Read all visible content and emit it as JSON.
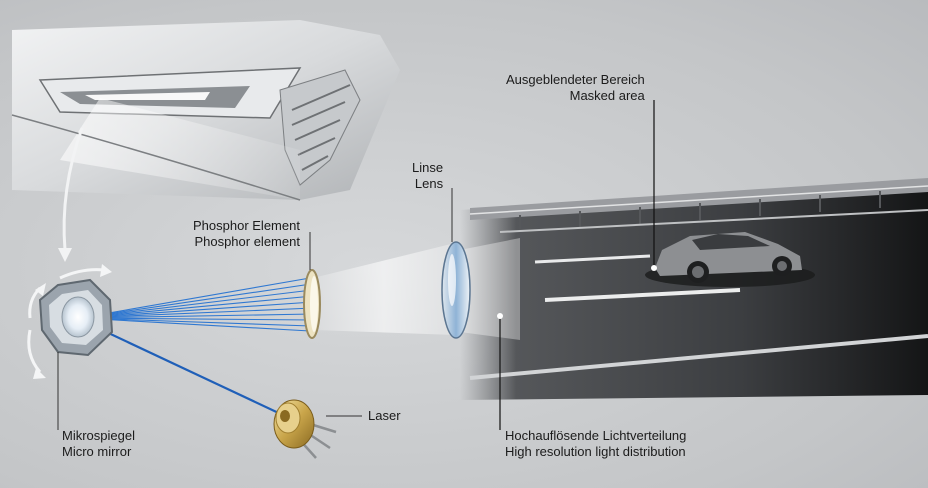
{
  "labels": {
    "masked_area": {
      "de": "Ausgeblendeter Bereich",
      "en": "Masked area"
    },
    "lens": {
      "de": "Linse",
      "en": "Lens"
    },
    "phosphor": {
      "de": "Phosphor Element",
      "en": "Phosphor element"
    },
    "laser": {
      "de": "Laser"
    },
    "micro_mirror": {
      "de": "Mikrospiegel",
      "en": "Micro mirror"
    },
    "light_distribution": {
      "de": "Hochauflösende Lichtverteilung",
      "en": "High resolution light distribution"
    }
  },
  "colors": {
    "beam_blue": "#1f6fd1",
    "laser_gold": "#c9a54a",
    "road_dark": "#2a2c2e",
    "background": "#c9cbcd"
  }
}
